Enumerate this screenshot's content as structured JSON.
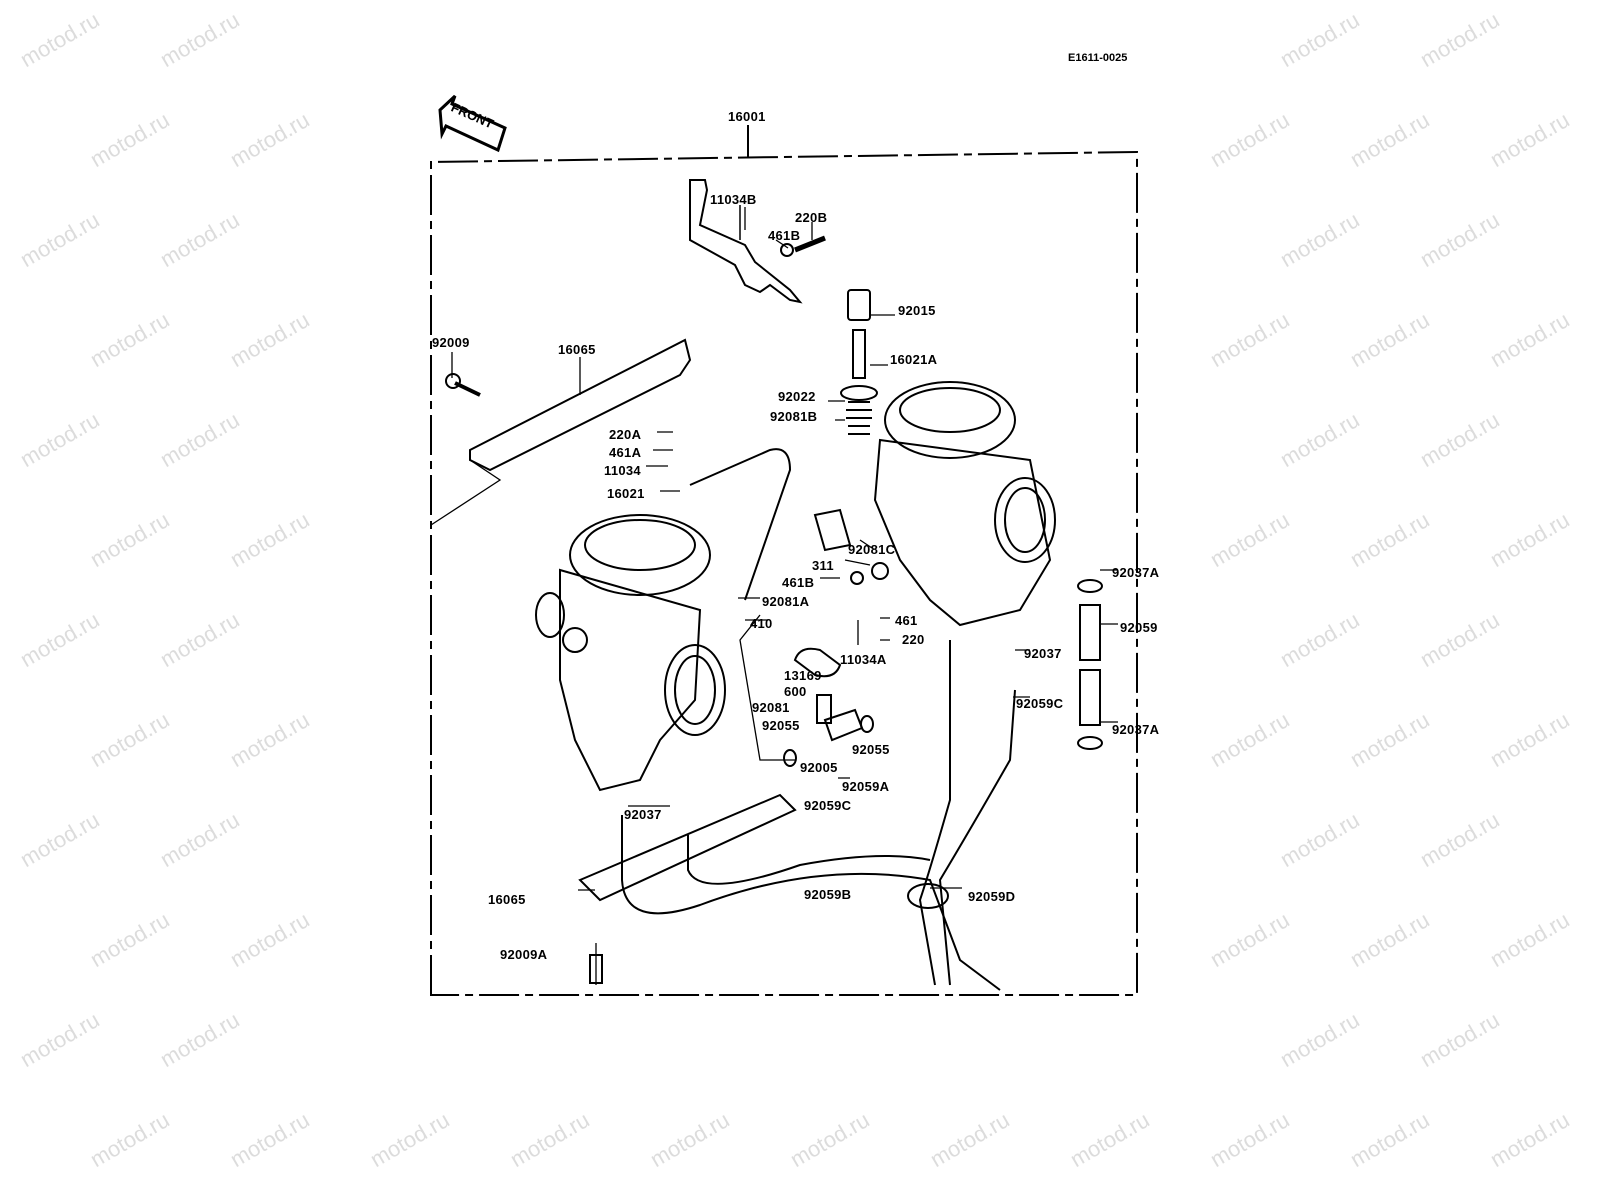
{
  "watermark": "motod.ru",
  "diagram_code": "E1611-0025",
  "front_label": "FRONT",
  "labels": [
    "16001",
    "11034B",
    "220B",
    "461B",
    "92015",
    "92009",
    "16065",
    "16021A",
    "92022",
    "92081B",
    "220A",
    "461A",
    "11034",
    "16021",
    "92081C",
    "311",
    "461B",
    "92037A",
    "92081A",
    "410",
    "461",
    "92059",
    "220",
    "11034A",
    "92037",
    "13169",
    "600",
    "92081",
    "92059C",
    "92055",
    "92037A",
    "92055",
    "92005",
    "92059A",
    "92059C",
    "92037",
    "92059B",
    "92059D",
    "16065",
    "92009A"
  ]
}
